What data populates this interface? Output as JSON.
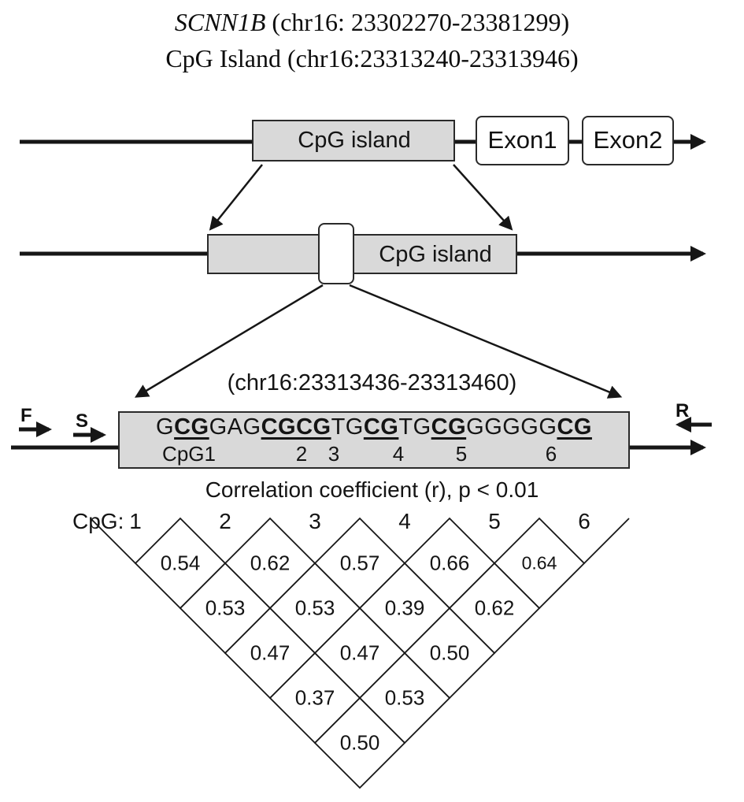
{
  "title": {
    "gene": "SCNN1B",
    "gene_coords": " (chr16: 23302270-23381299)",
    "island_line": "CpG Island (chr16:23313240-23313946)"
  },
  "gene_map": {
    "cpg_island_label": "CpG island",
    "exon1_label": "Exon1",
    "exon2_label": "Exon2"
  },
  "zoom_map": {
    "cpg_island_label": "CpG island"
  },
  "sequence_region": {
    "coords_label": "(chr16:23313436-23313460)",
    "primer_f": "F",
    "primer_s": "S",
    "primer_r": "R",
    "segments": [
      {
        "text": "G",
        "cpg": false
      },
      {
        "text": "CG",
        "cpg": true
      },
      {
        "text": "GAG",
        "cpg": false
      },
      {
        "text": "CGCG",
        "cpg": true
      },
      {
        "text": "TG",
        "cpg": false
      },
      {
        "text": "CG",
        "cpg": true
      },
      {
        "text": "TG",
        "cpg": false
      },
      {
        "text": "CG",
        "cpg": true
      },
      {
        "text": "GGGGG",
        "cpg": false
      },
      {
        "text": "CG",
        "cpg": true
      }
    ],
    "site_labels": [
      "CpG1",
      "2",
      "3",
      "4",
      "5",
      "6"
    ]
  },
  "correlation": {
    "caption": "Correlation coefficient (r), p < 0.01"
  },
  "matrix": {
    "header_label": "CpG:",
    "columns": [
      "1",
      "2",
      "3",
      "4",
      "5",
      "6"
    ],
    "rows": [
      {
        "values": [
          "0.54",
          "0.62",
          "0.57",
          "0.66",
          "0.64"
        ]
      },
      {
        "values": [
          "0.53",
          "0.53",
          "0.39",
          "0.62"
        ]
      },
      {
        "values": [
          "0.47",
          "0.47",
          "0.50"
        ]
      },
      {
        "values": [
          "0.37",
          "0.53"
        ]
      },
      {
        "values": [
          "0.50"
        ]
      }
    ]
  },
  "colors": {
    "box_fill": "#d9d9d9",
    "line": "#161616"
  }
}
